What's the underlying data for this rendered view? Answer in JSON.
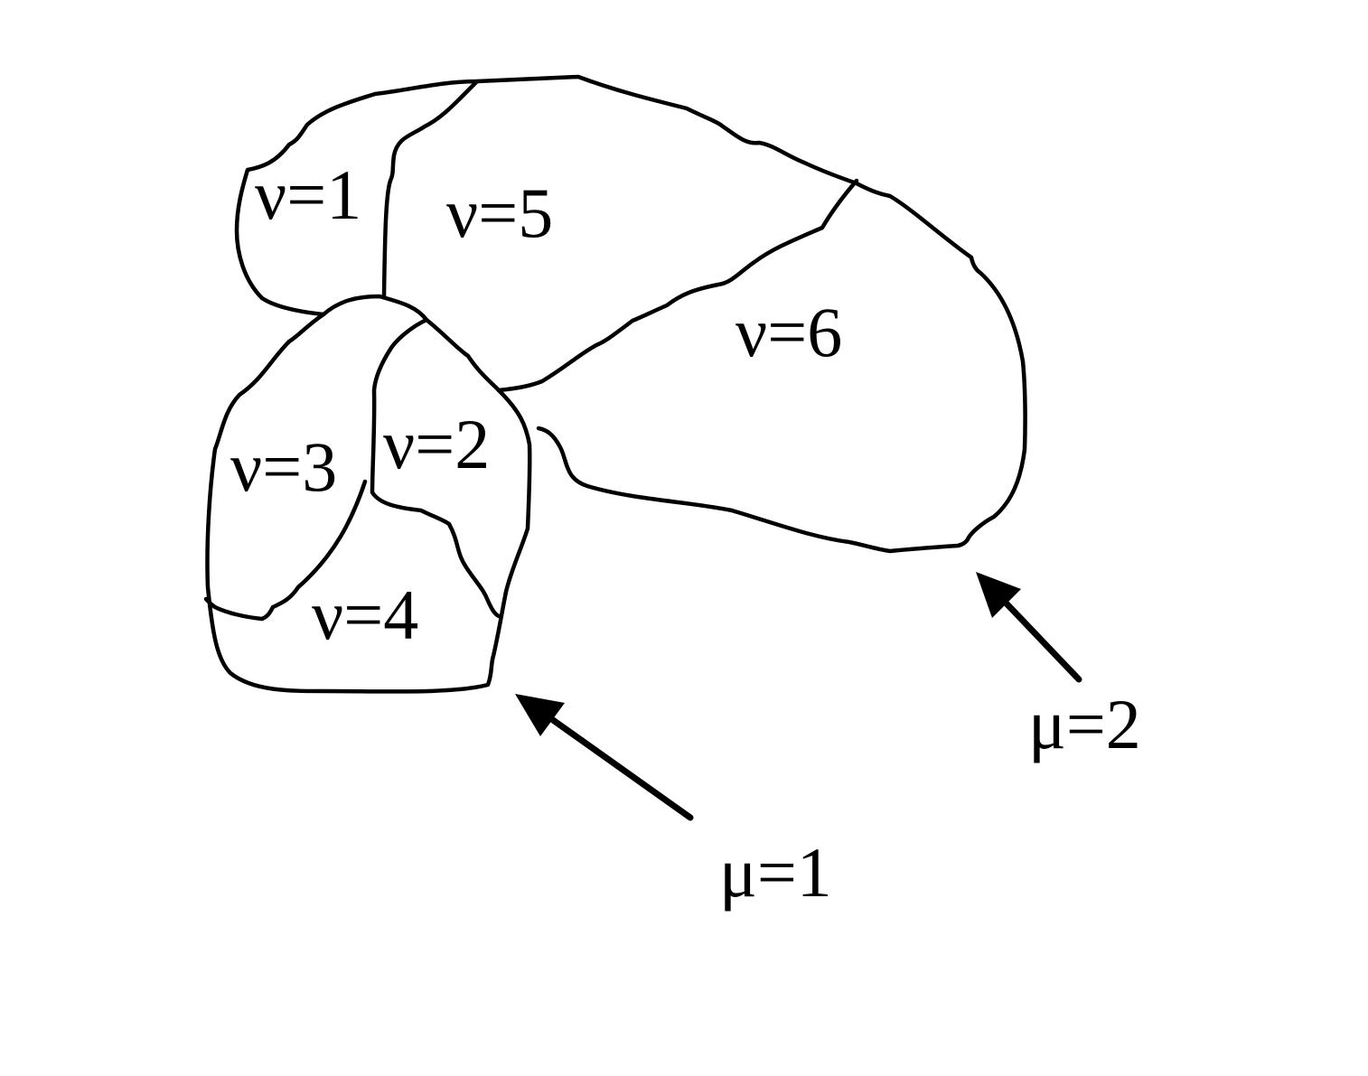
{
  "regions": [
    {
      "id": "nu-1",
      "label": "ν=1"
    },
    {
      "id": "nu-2",
      "label": "ν=2"
    },
    {
      "id": "nu-3",
      "label": "ν=3"
    },
    {
      "id": "nu-4",
      "label": "ν=4"
    },
    {
      "id": "nu-5",
      "label": "ν=5"
    },
    {
      "id": "nu-6",
      "label": "ν=6"
    }
  ],
  "groups": [
    {
      "id": "mu-1",
      "label": "μ=1"
    },
    {
      "id": "mu-2",
      "label": "μ=2"
    }
  ],
  "colors": {
    "stroke": "#000000",
    "background": "#ffffff"
  }
}
